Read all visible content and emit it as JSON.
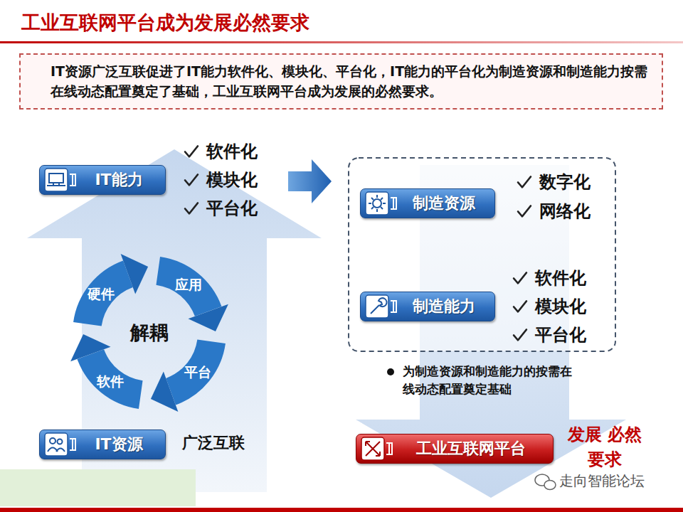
{
  "diagram": {
    "title": "工业互联网平台成为发展必然要求",
    "nodes": [
      {
        "text": [
          "IT资源广泛互联促进了IT能力软件化、模块化、平台化，IT能力的平台化为制造资源和制造能力按需在线动态配置奠定了基础，工业互联网平台成为发展的必然要求。"
        ]
      },
      {
        "text": [
          "IT能力"
        ]
      },
      {
        "text": [
          "IT资源"
        ]
      },
      {
        "text": [
          "制造资源"
        ]
      },
      {
        "text": [
          "制造能力"
        ]
      },
      {
        "text": [
          "工业互联网平台"
        ]
      }
    ],
    "labels": [
      "软件化",
      "模块化",
      "平台化",
      "硬件",
      "应用",
      "平台",
      "软件",
      "解耦",
      "广泛互联",
      "数字化",
      "网络化",
      "软件化",
      "模块化",
      "平台化",
      "为制造资源和制造能力的按需在线动态配置奠定基础",
      "发展 必然要求",
      "走向智能论坛"
    ]
  }
}
